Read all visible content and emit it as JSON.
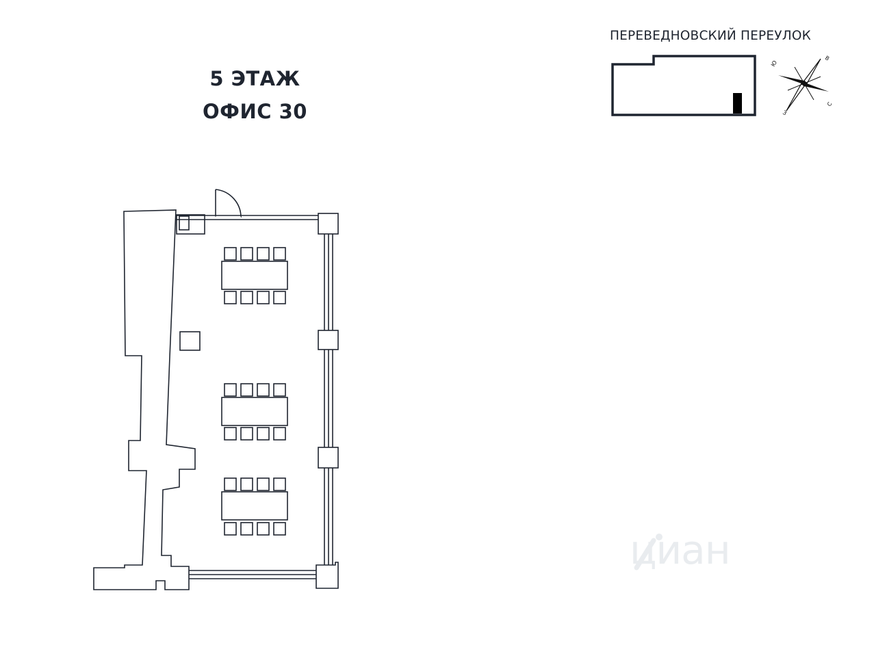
{
  "floor_label": "5 ЭТАЖ",
  "office_label": "ОФИС 30",
  "key_plan": {
    "street_label": "ПЕРЕВЕДНОВСКИЙ ПЕРЕУЛОК"
  },
  "compass": {
    "letters": [
      "Ю",
      "В",
      "С",
      "З"
    ]
  },
  "watermark": "циан",
  "colors": {
    "text": "#1f2530",
    "line": "#1f2530",
    "marker": "#000000",
    "watermark": "#e9ecef"
  }
}
